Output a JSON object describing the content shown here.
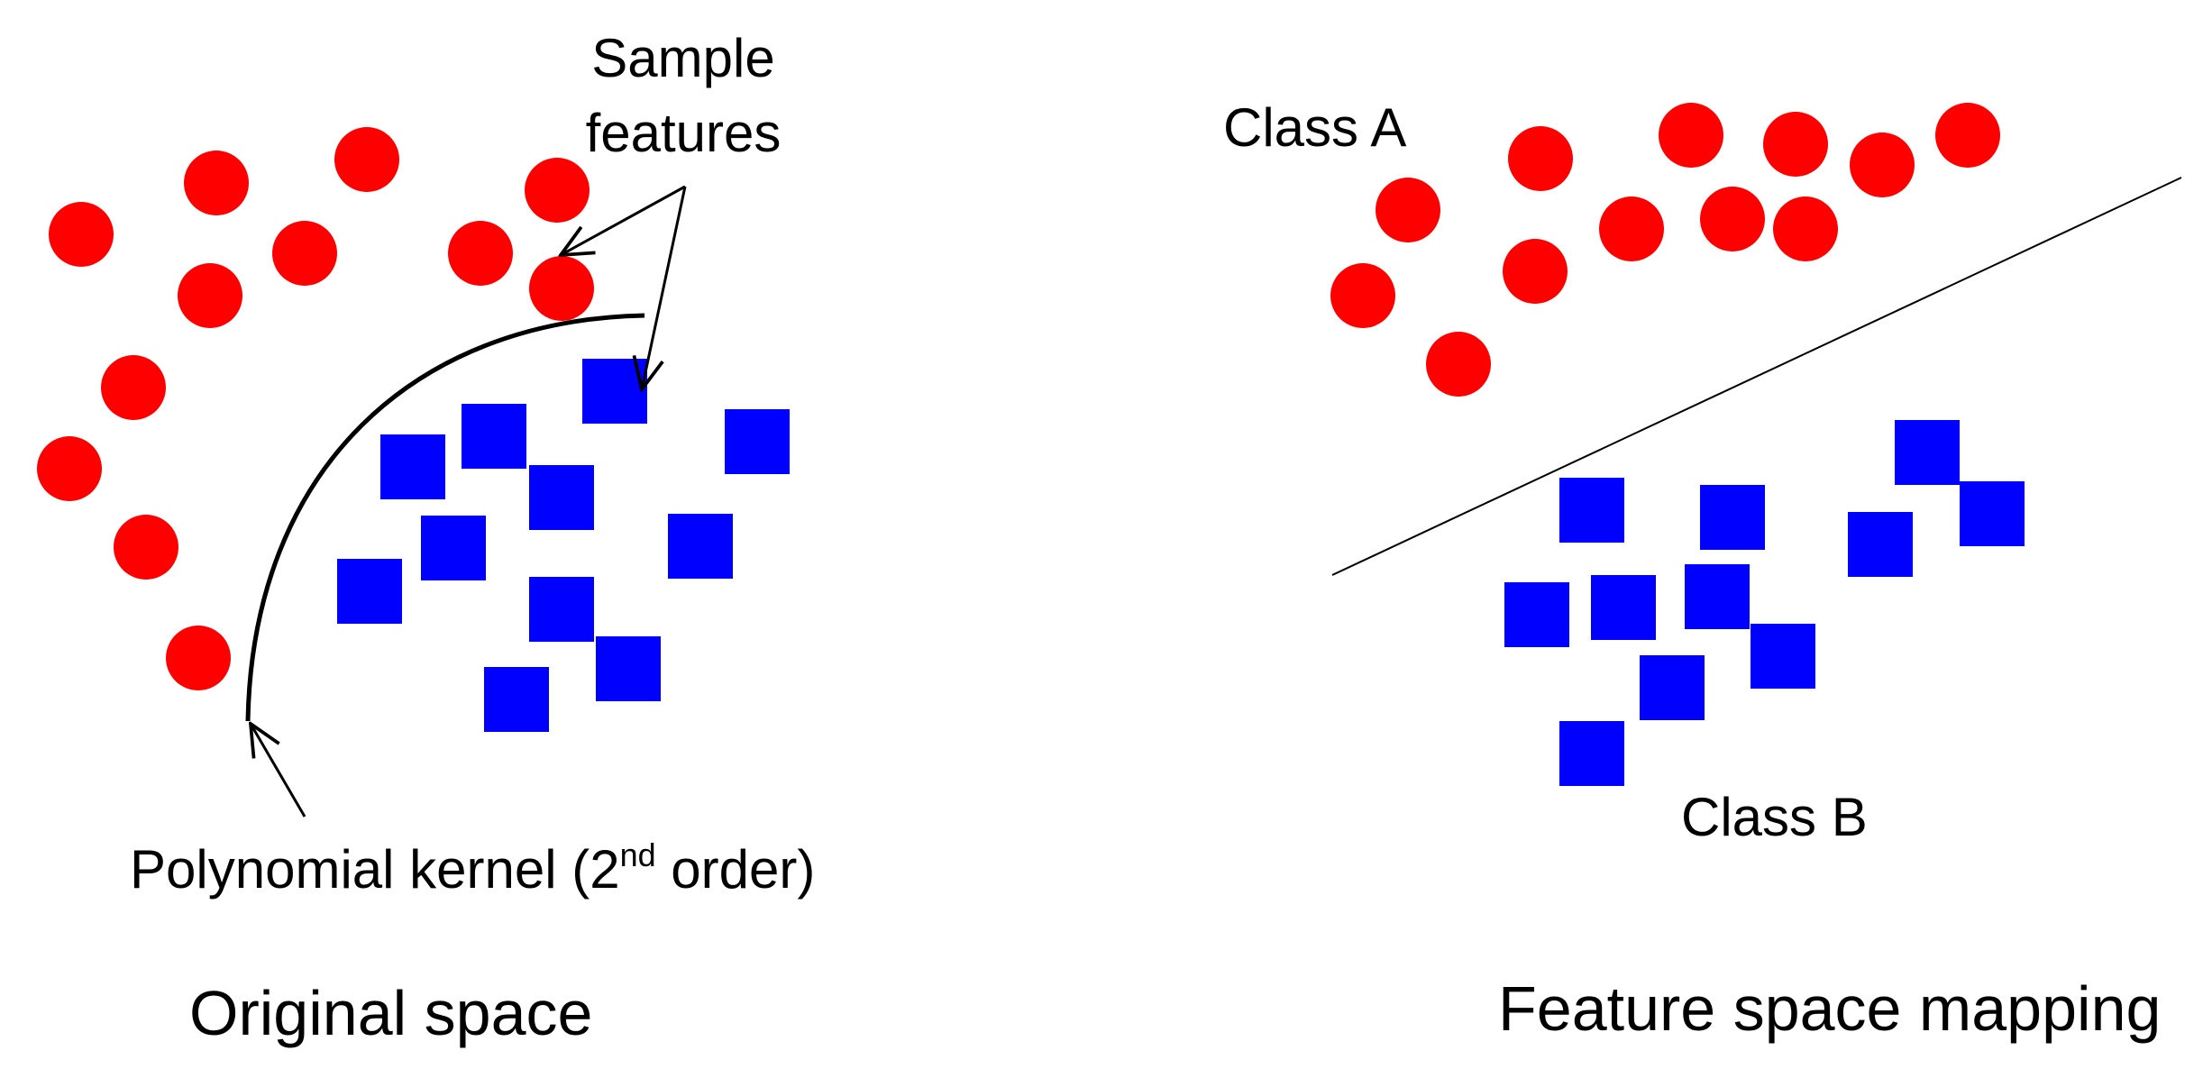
{
  "colors": {
    "class_a": "#ff0000",
    "class_b": "#0000ff",
    "ink": "#000000",
    "background": "#ffffff"
  },
  "left_panel": {
    "caption": "Original space",
    "annotation_features": {
      "line1": "Sample",
      "line2": "features"
    },
    "annotation_kernel": {
      "prefix": "Polynomial kernel (2",
      "superscript": "nd",
      "suffix": " order)"
    }
  },
  "right_panel": {
    "caption": "Feature space mapping",
    "class_a_label": "Class A",
    "class_b_label": "Class B"
  }
}
